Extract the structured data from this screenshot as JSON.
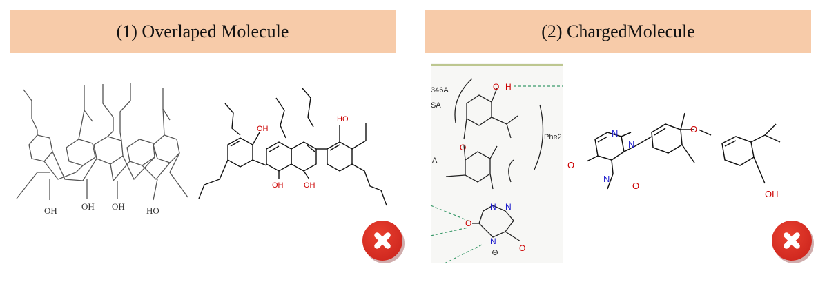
{
  "panels": [
    {
      "title": "(1) Overlaped Molecule"
    },
    {
      "title": "(2) ChargedMolecule"
    }
  ],
  "molecule_1a": {
    "labels": [
      "OH",
      "OH",
      "OH",
      "HO"
    ]
  },
  "molecule_1b": {
    "labels": [
      "OH",
      "HO",
      "OH",
      "OH"
    ]
  },
  "snippet_2a": {
    "labels": [
      "O",
      "H",
      "O",
      "N",
      "N",
      "O",
      "N",
      "O",
      "⊖"
    ],
    "residue_labels": [
      "346A",
      "SA",
      "A",
      "Phe2"
    ]
  },
  "molecule_2b": {
    "labels": [
      "N",
      "N",
      "O",
      "N",
      "O",
      "O",
      "OH"
    ]
  },
  "colors": {
    "banner": "#f7cba9",
    "oxygen": "#cc0000",
    "nitrogen": "#1a1acc",
    "wrong": "#d12a1f"
  },
  "icons": {
    "wrong": "wrong-icon"
  }
}
